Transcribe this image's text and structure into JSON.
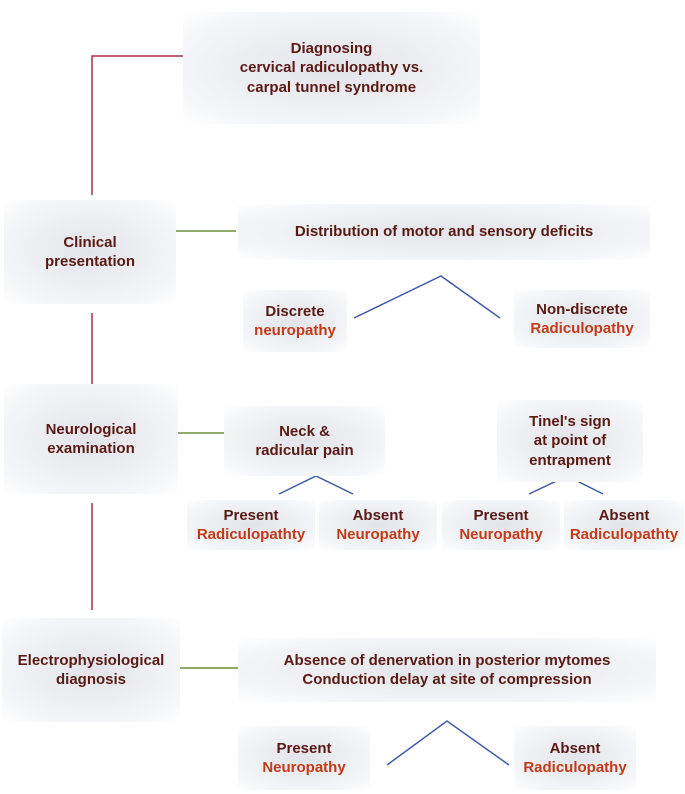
{
  "title": {
    "line1": "Diagnosing",
    "line2": "cervical radiculopathy vs.",
    "line3": "carpal tunnel syndrome"
  },
  "levels": {
    "clinical": {
      "line1": "Clinical",
      "line2": "presentation"
    },
    "neuro": {
      "line1": "Neurological",
      "line2": "examination"
    },
    "electro": {
      "line1": "Electrophysiological",
      "line2": "diagnosis"
    }
  },
  "clinical_criteria": {
    "label": "Distribution of motor and sensory deficits",
    "left": {
      "label": "Discrete",
      "result": "neuropathy"
    },
    "right": {
      "label": "Non-discrete",
      "result": "Radiculopathy"
    }
  },
  "neck_pain": {
    "line1": "Neck &",
    "line2": "radicular pain",
    "left": {
      "label": "Present",
      "result": "Radiculopathty"
    },
    "right": {
      "label": "Absent",
      "result": "Neuropathy"
    }
  },
  "tinel": {
    "line1": "Tinel's sign",
    "line2": "at point of",
    "line3": "entrapment",
    "left": {
      "label": "Present",
      "result": "Neuropathy"
    },
    "right": {
      "label": "Absent",
      "result": "Radiculopathty"
    }
  },
  "electro_criteria": {
    "line1": "Absence of denervation in posterior mytomes",
    "line2": "Conduction delay at site of compression",
    "left": {
      "label": "Present",
      "result": "Neuropathy"
    },
    "right": {
      "label": "Absent",
      "result": "Radiculopathy"
    }
  },
  "colors": {
    "dark_text": "#5a1a14",
    "result_text": "#c23a17",
    "vertical_connector": "#a8324a",
    "horizontal_connector": "#6b8f3a",
    "branch_connector": "#3f5aa8"
  }
}
